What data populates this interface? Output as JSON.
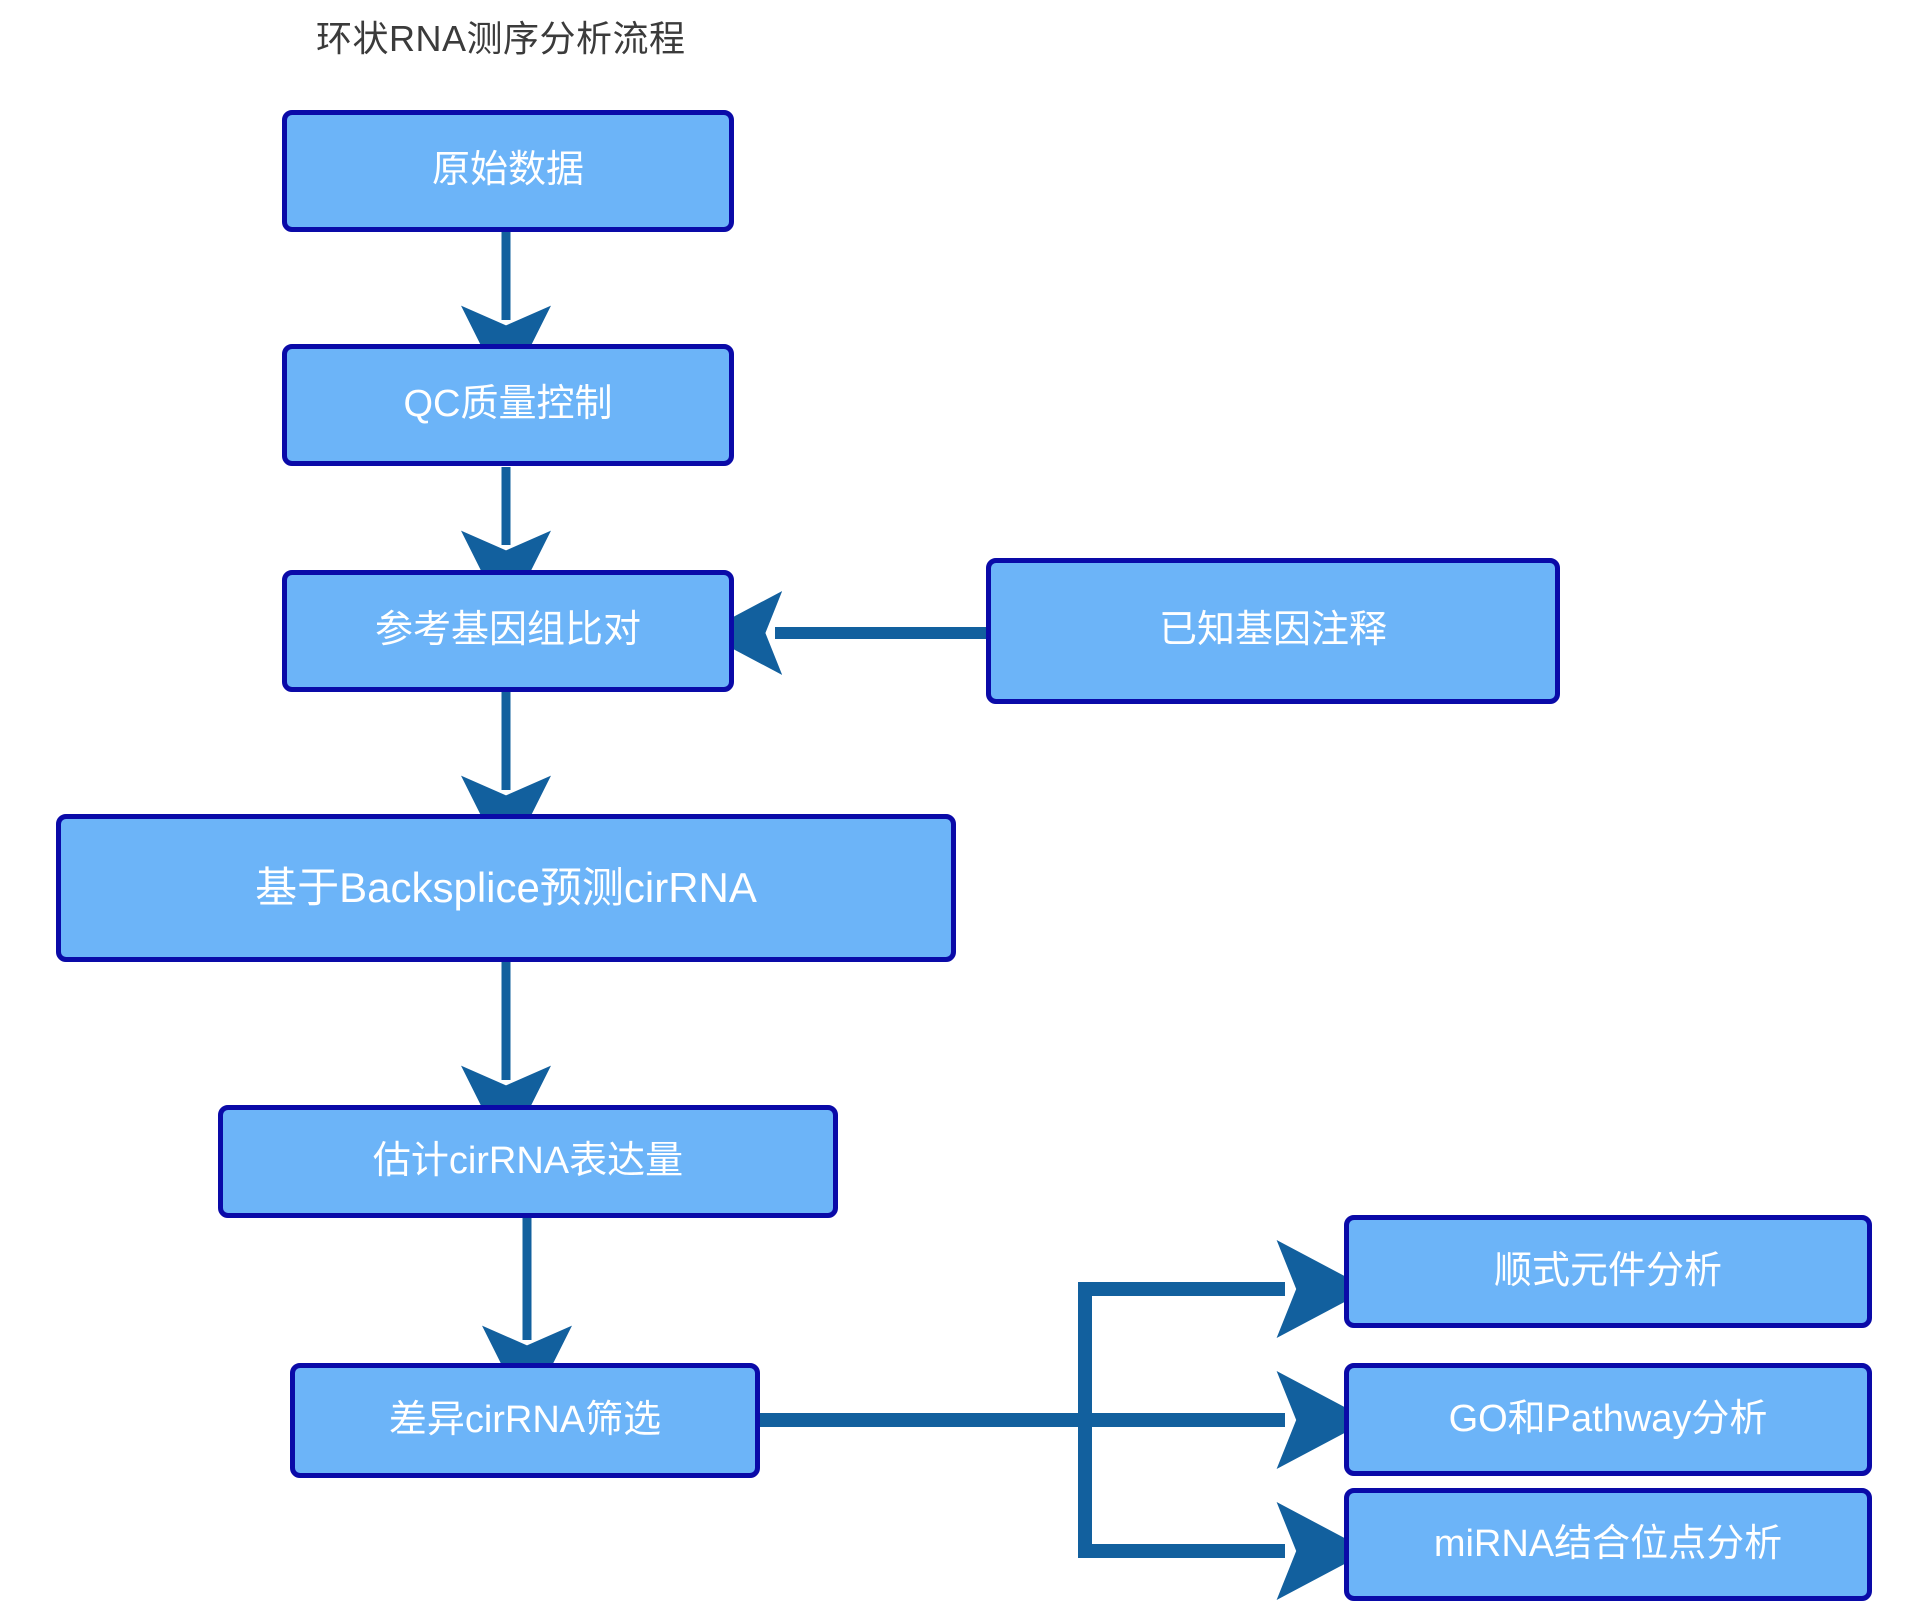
{
  "diagram": {
    "title": "环状RNA测序分析流程",
    "colors": {
      "node_fill": "#6CB4F8",
      "node_border": "#0A0AA8",
      "node_text": "#FFFFFF",
      "arrow": "#12609E",
      "title_text": "#3B3B3B",
      "background": "#FFFFFF"
    },
    "nodes": {
      "raw_data": "原始数据",
      "qc": "QC质量控制",
      "align": "参考基因组比对",
      "known_gene_annotation": "已知基因注释",
      "backsplice_predict": "基于Backsplice预测cirRNA",
      "estimate_expression": "估计cirRNA表达量",
      "diff_screen": "差异cirRNA筛选",
      "cis_element": "顺式元件分析",
      "go_pathway": "GO和Pathway分析",
      "mirna_site": "miRNA结合位点分析"
    },
    "edges": [
      {
        "from": "原始数据",
        "to": "QC质量控制",
        "direction": "down"
      },
      {
        "from": "QC质量控制",
        "to": "参考基因组比对",
        "direction": "down"
      },
      {
        "from": "已知基因注释",
        "to": "参考基因组比对",
        "direction": "left"
      },
      {
        "from": "参考基因组比对",
        "to": "基于Backsplice预测cirRNA",
        "direction": "down"
      },
      {
        "from": "基于Backsplice预测cirRNA",
        "to": "估计cirRNA表达量",
        "direction": "down"
      },
      {
        "from": "估计cirRNA表达量",
        "to": "差异cirRNA筛选",
        "direction": "down"
      },
      {
        "from": "差异cirRNA筛选",
        "to": "顺式元件分析",
        "direction": "right-branch-up"
      },
      {
        "from": "差异cirRNA筛选",
        "to": "GO和Pathway分析",
        "direction": "right"
      },
      {
        "from": "差异cirRNA筛选",
        "to": "miRNA结合位点分析",
        "direction": "right-branch-down"
      }
    ]
  }
}
